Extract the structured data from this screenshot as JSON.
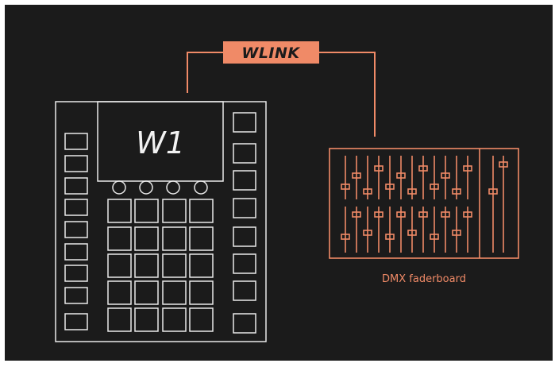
{
  "link": {
    "label": "WLINK"
  },
  "device": {
    "label": "W1"
  },
  "faderboard": {
    "caption": "DMX faderboard"
  },
  "colors": {
    "background": "#1b1b1b",
    "frame": "#ffffff",
    "device_line": "#e9e9e9",
    "accent": "#f08a67",
    "accent_text": "#1b1b1b"
  }
}
